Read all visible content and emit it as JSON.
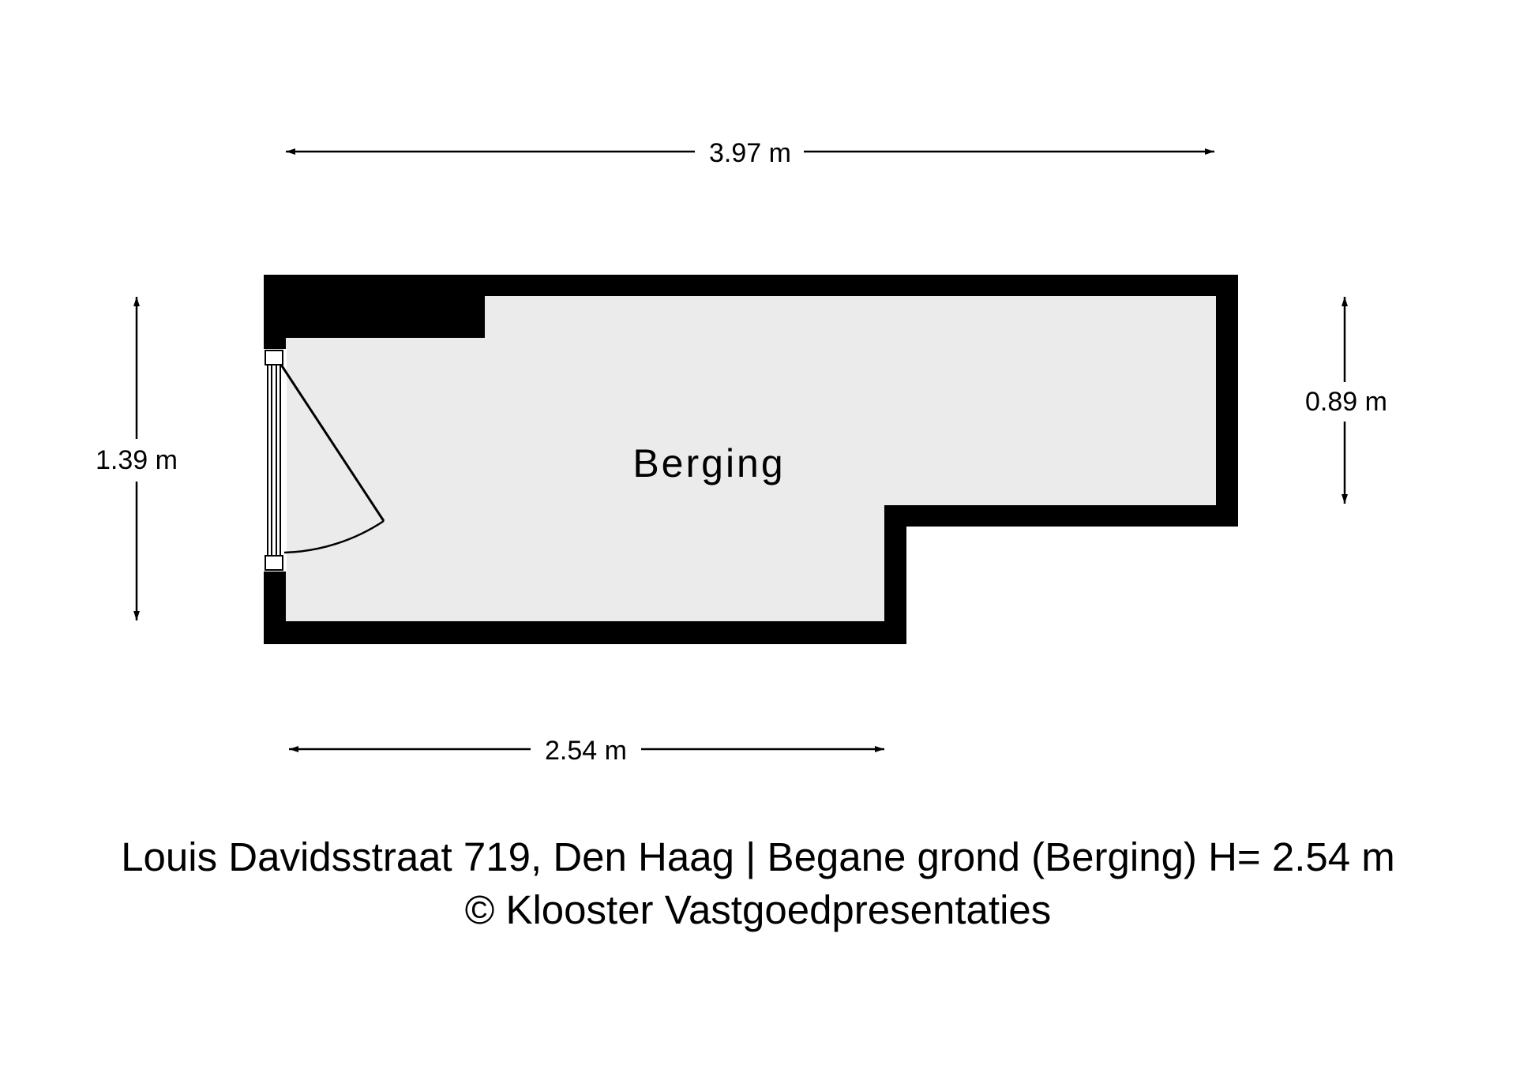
{
  "floorplan": {
    "room_label": "Berging",
    "dimensions": {
      "top_width": "3.97 m",
      "bottom_width": "2.54 m",
      "left_height": "1.39 m",
      "right_height": "0.89 m"
    },
    "caption": {
      "line1": "Louis Davidsstraat 719, Den Haag | Begane grond (Berging) H= 2.54 m",
      "line2": "© Klooster Vastgoedpresentaties"
    },
    "colors": {
      "wall": "#000000",
      "floor": "#ebebeb",
      "background": "#ffffff",
      "line": "#000000"
    }
  }
}
